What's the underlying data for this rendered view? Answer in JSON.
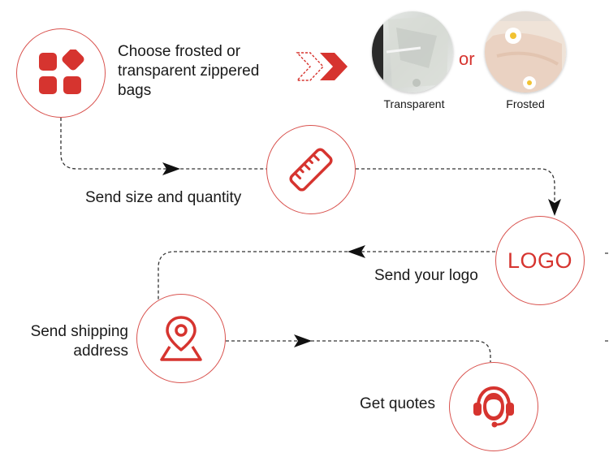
{
  "colors": {
    "accent": "#d6342f",
    "line": "#333333",
    "circle_border": "#d9534f"
  },
  "steps": {
    "choose": {
      "text_line1": "Choose frosted or",
      "text_line2": "transparent zippered",
      "text_line3": "bags",
      "icon": "app-grid-icon"
    },
    "size": {
      "text": "Send size and quantity",
      "icon": "ruler-icon"
    },
    "logo": {
      "text": "Send your logo",
      "logo_text": "LOGO"
    },
    "shipping": {
      "text_line1": "Send shipping",
      "text_line2": "address",
      "icon": "location-pin-icon"
    },
    "quotes": {
      "text": "Get quotes",
      "icon": "customer-service-headset-icon"
    }
  },
  "options": {
    "transparent_label": "Transparent",
    "or_text": "or",
    "frosted_label": "Frosted"
  }
}
